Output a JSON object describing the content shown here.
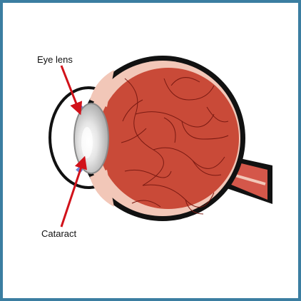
{
  "diagram": {
    "labels": {
      "eye_lens": "Eye lens",
      "cataract": "Cataract"
    },
    "colors": {
      "frame": "#3b7ea1",
      "eyeball_fill": "#c94a38",
      "eyeball_outline": "#111111",
      "sclera_tint": "#f2c7b8",
      "vessels": "#7a1a12",
      "lens": "#cfcfcf",
      "iris": "#6f86d6",
      "arrow": "#d1121a"
    },
    "icons": [
      "eye-cross-section-illustration",
      "optic-nerve",
      "red-arrow"
    ]
  }
}
